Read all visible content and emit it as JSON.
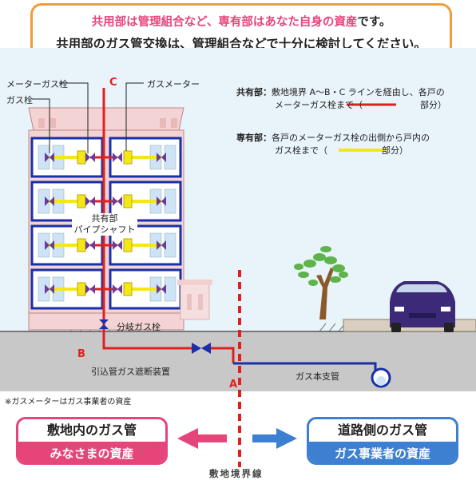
{
  "notice": {
    "line1_highlight": "共用部は管理組合など、専有部はあなた自身の資産",
    "line1_rest": "です。",
    "line2": "共用部のガス管交換は、管理組合などで十分に検討してください。"
  },
  "labels": {
    "meter_valve": "メーターガス栓",
    "gas_valve": "ガス栓",
    "point_c": "C",
    "gas_meter": "ガスメーター",
    "pipe_shaft": "共有部\nパイプシャフト",
    "branch_valve": "分岐ガス栓",
    "point_b": "B",
    "shutoff_device": "引込管ガス遮断装置",
    "point_a": "A",
    "main_pipe": "ガス本支管",
    "meter_note": "※ガスメーターはガス事業者の資産",
    "boundary_line": "敷地境界線"
  },
  "legend": {
    "common_head": "共有部：",
    "common_text1": "敷地境界 A～B・C ラインを経由し、各戸の",
    "common_text2": "メーターガス栓まで（",
    "common_text3": "部分）",
    "private_head": "専有部：",
    "private_text1": "各戸のメーターガス栓の出側から戸内の",
    "private_text2": "ガス栓まで（",
    "private_text3": "部分）"
  },
  "boxes": {
    "left_title": "敷地内のガス管",
    "left_sub": "みなさまの資産",
    "right_title": "道路側のガス管",
    "right_sub": "ガス事業者の資産"
  },
  "colors": {
    "common_pipe": "#e02020",
    "private_pipe": "#f5e61a",
    "main_pipe": "#1a2fa8",
    "left_accent": "#e6457a",
    "right_accent": "#3d7fd1"
  }
}
